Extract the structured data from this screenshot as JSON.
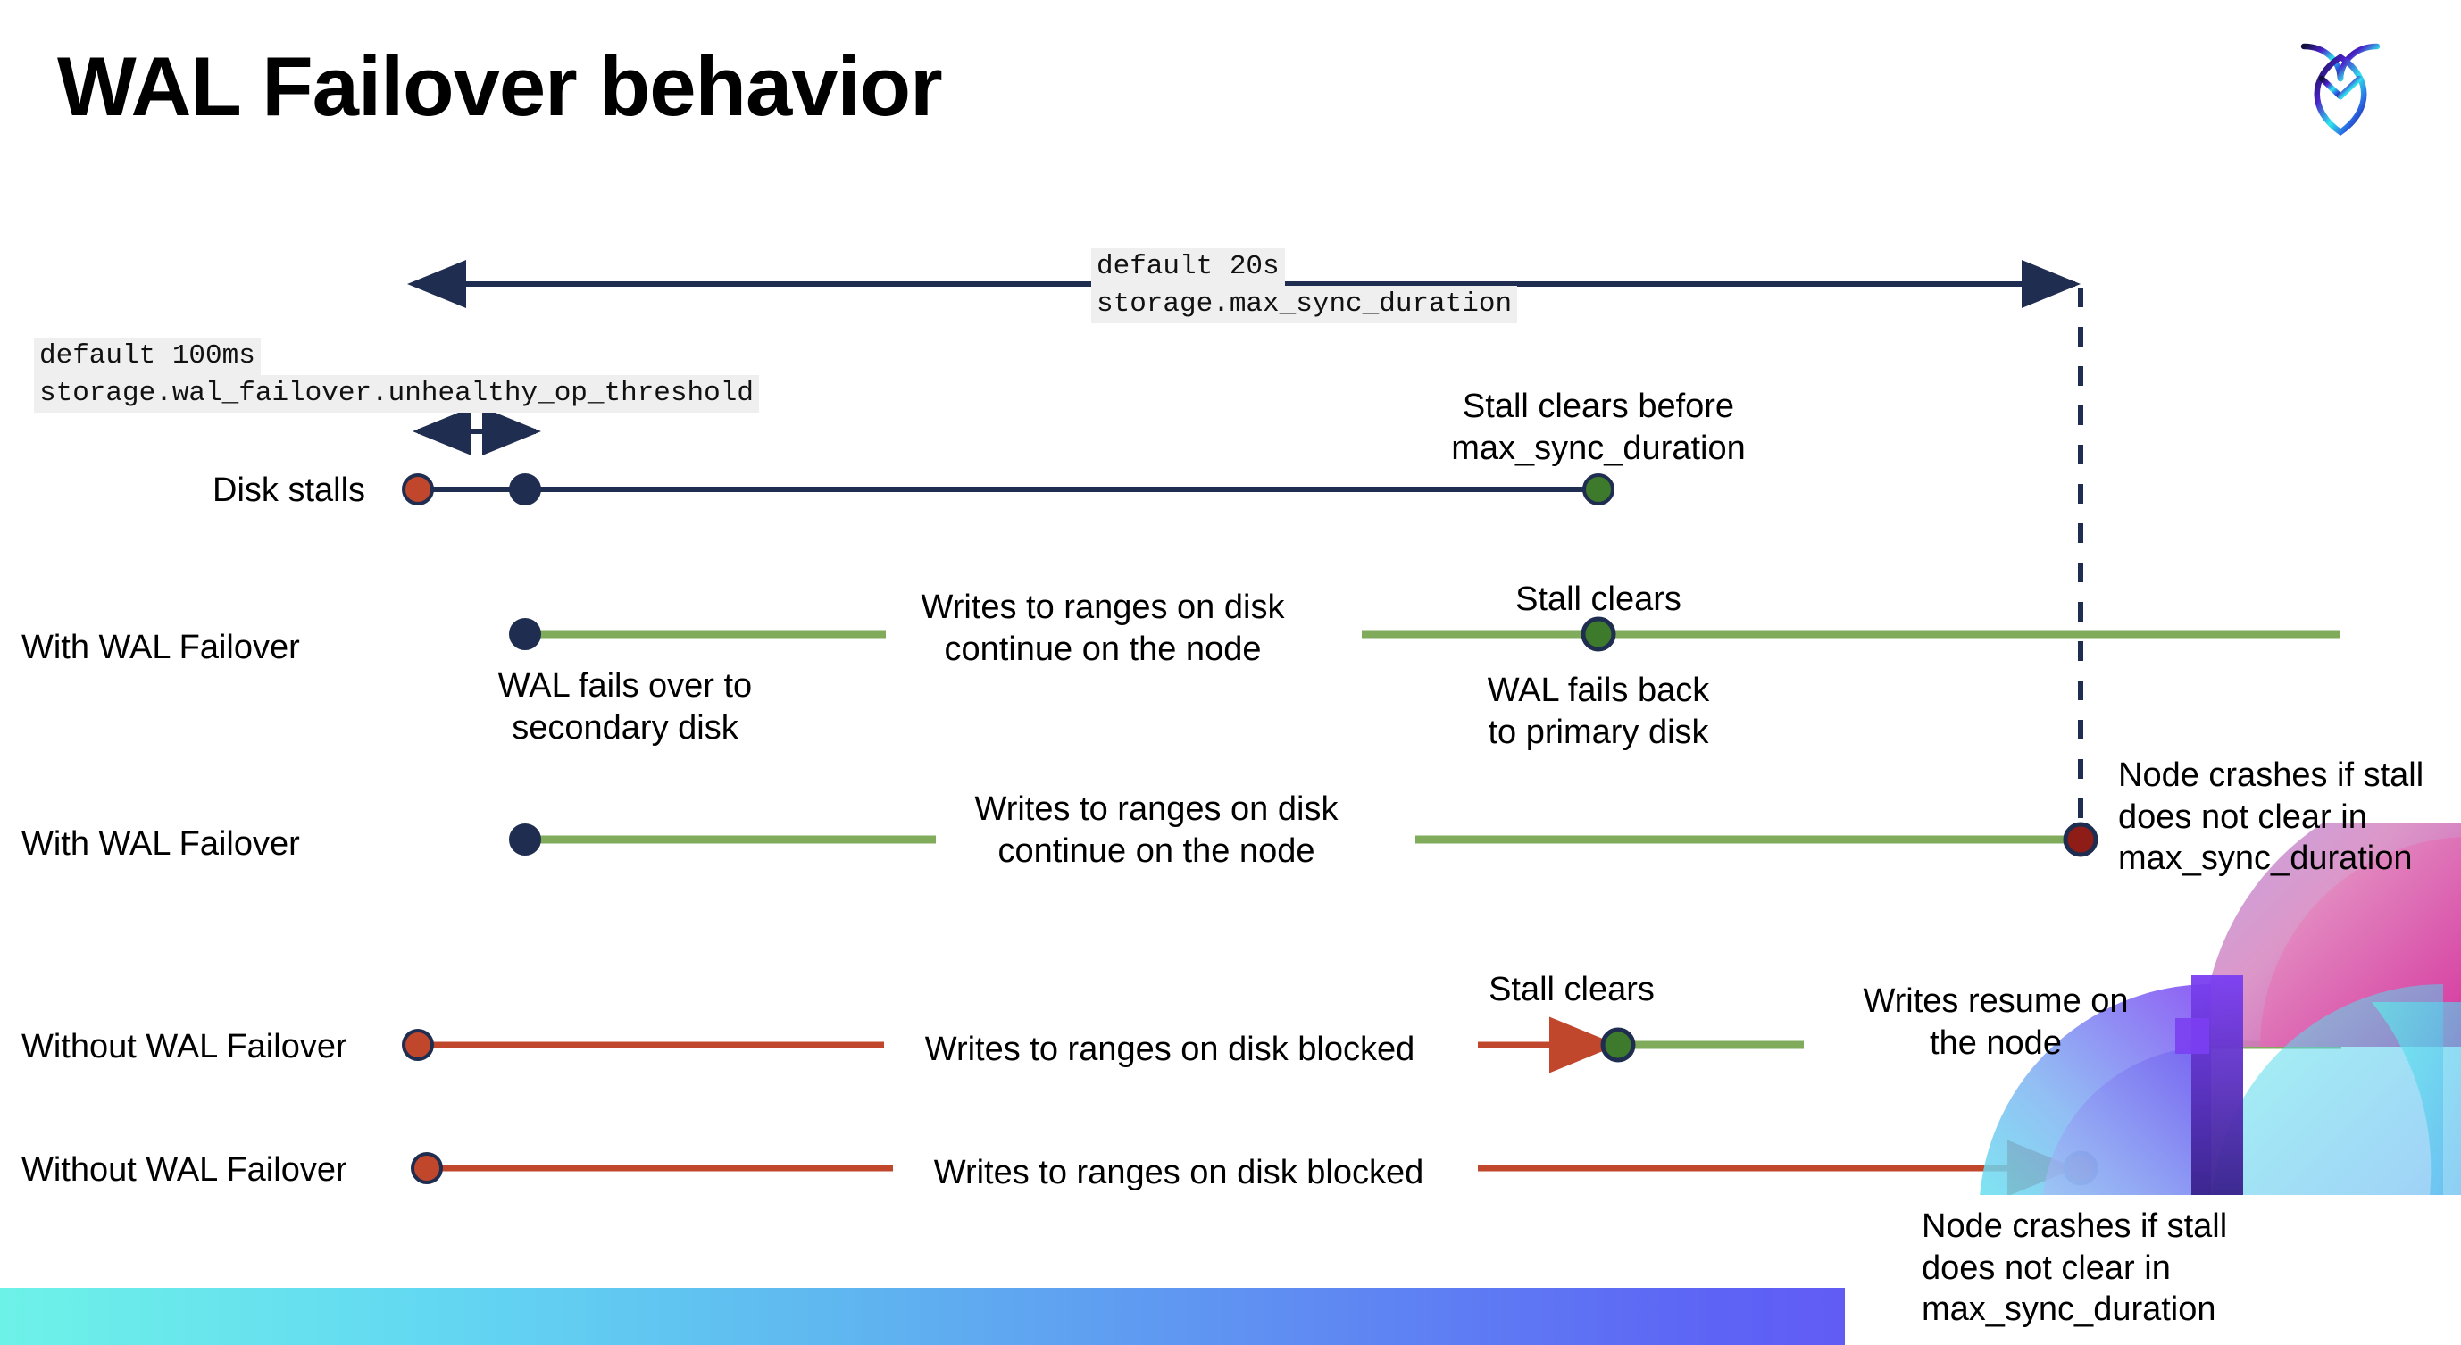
{
  "slide": {
    "title": "WAL Failover behavior",
    "logo_name": "cockroachdb-logo"
  },
  "settings": {
    "max_sync_duration": {
      "default_label": "default 20s",
      "setting_name": "storage.max_sync_duration"
    },
    "unhealthy_op_threshold": {
      "default_label": "default 100ms",
      "setting_name": "storage.wal_failover.unhealthy_op_threshold"
    }
  },
  "rows": [
    {
      "label": "Disk stalls",
      "annotations": [
        "Stall clears before\nmax_sync_duration"
      ]
    },
    {
      "label": "With WAL Failover",
      "annotations": [
        "Writes to ranges on disk\ncontinue on the node",
        "WAL fails over to\nsecondary disk",
        "Stall clears",
        "WAL fails  back\nto primary disk"
      ]
    },
    {
      "label": "With WAL Failover",
      "annotations": [
        "Writes to ranges on disk\ncontinue on the node",
        "Node crashes if stall\ndoes not clear in\nmax_sync_duration"
      ]
    },
    {
      "label": "Without WAL Failover",
      "annotations": [
        "Writes to ranges on disk  blocked",
        "Stall clears",
        "Writes resume on\nthe node"
      ]
    },
    {
      "label": "Without WAL Failover",
      "annotations": [
        "Writes to ranges on disk  blocked",
        "Node crashes if stall\ndoes not clear in\nmax_sync_duration"
      ]
    }
  ],
  "colors": {
    "navy": "#1f2d50",
    "red_dot": "#c0472b",
    "dark_red_dot": "#8f1d17",
    "green_dot": "#3d7a2b",
    "green_line": "#7fab5b",
    "red_line": "#c0472b",
    "chip_background": "#efefef",
    "bottom_bar_start": "#6df2e8",
    "bottom_bar_end": "#7b3ff2"
  },
  "markers": {
    "disk_stall_start": "red-dot",
    "wal_failover_start": "navy-dot",
    "stall_clears": "green-dot",
    "node_crash": "dark-red-dot"
  }
}
